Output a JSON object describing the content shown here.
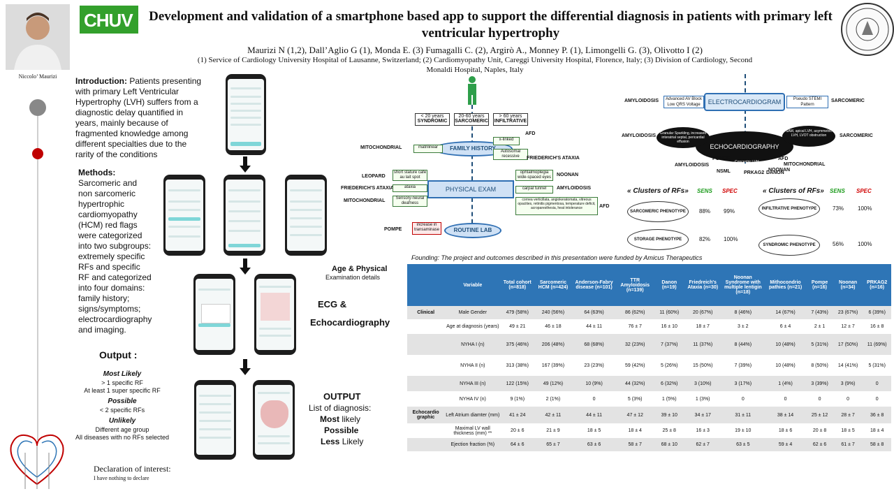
{
  "header": {
    "title": "Development and validation of a smartphone based app to support the differential diagnosis in patients with primary left ventricular hypertrophy",
    "authors": "Maurizi N (1,2), Dall’Aglio G (1), Monda E. (3) Fumagalli C. (2), Argirò A., Monney P. (1), Limongelli G. (3), Olivotto I (2)",
    "affiliations": "(1) Service of Cardiology University Hospital of Lausanne, Switzerland; (2) Cardiomyopathy Unit, Careggi University Hospital, Florence, Italy; (3) Division of Cardiology, Second Monaldi Hospital, Naples, Italy",
    "logo": "CHUV",
    "presenter": "Niccolo’ Maurizi"
  },
  "left": {
    "intro_label": "Introduction:",
    "intro_text": "Patients presenting with primary Left Ventricular Hypertrophy (LVH) suffers  from a diagnostic delay quantified in years, mainly because of fragmented knowledge among different specialties due to the rarity of the conditions",
    "methods_label": "Methods:",
    "methods_text": "Sarcomeric and non sarcomeric hypertrophic cardiomyopathy (HCM) red flags were categorized into two subgroups: extremely specific RFs and specific",
    "methods_text2": "RF and categorized into four domains: family history; signs/symptoms; electrocardiography and imaging.",
    "output_label": "Output :",
    "most_likely": "Most Likely",
    "most_likely_1": "> 1 specific RF",
    "most_likely_2": "At least 1 super specific RF",
    "possible": "Possible",
    "possible_1": "<  2 specific RFs",
    "unlikely": "Unlikely",
    "unlikely_1": "Different age group",
    "unlikely_2": "All diseases with no RFs selected",
    "declaration": "Declaration of interest:",
    "declaration_text": "I have nothing to declare"
  },
  "middle": {
    "age_physical": "Age & Physical",
    "exam_details": "Examination details",
    "ecg": "ECG &",
    "echo": "Echocardiography",
    "output": "OUTPUT",
    "list": "List of diagnosis:",
    "most": "Most",
    "likely1": "likely",
    "possible": "Possible",
    "less": "Less",
    "likely2": "Likely"
  },
  "flow": {
    "age_lt20": "< 20 years",
    "syndromic": "SYNDROMIC",
    "age_20_60": "20-60 years",
    "sarcomeric_age": "SARCOMERIC",
    "age_gt60": "> 60 years",
    "infiltrative": "INFILTRATIVE",
    "family_history": "FAMILY HISTORY",
    "physical_exam": "PHYSICAL EXAM",
    "routine_lab": "ROUTINE LAB",
    "afd1": "AFD",
    "x_linked": "x-linked",
    "matrilinear": "matrilinear",
    "autosomal": "Autosomal recessive",
    "mitochondrial1": "MITOCHONDRIAL",
    "friedreich1": "FRIEDERICH'S ATAXIA",
    "leopard": "LEOPARD",
    "short_stature": "short stature cafe au lait spot",
    "noonan1": "NOONAN",
    "ophthalmoplegia": "ophtalmoplegia wide-spaced eyes",
    "friedreich2": "FRIEDERICH'S ATAXIA",
    "ataxia": "ataxia",
    "carpal": "carpal tunnel",
    "amyloidosis1": "AMYLOIDOSIS",
    "mitochondrial2": "MITOCHONDRIAL",
    "deafness": "Sensory-neural deafness",
    "cornea": "cornea verticillata, angiokeratomata, vitreous opacities, retinitis pigmentosa, temperature deficit, acroparesthesia, heat intolerance",
    "afd2": "AFD",
    "pompe1": "POMPE",
    "transaminase": "increase in transaminase"
  },
  "ecg_diagram": {
    "electrocardiogram": "ELECTROCARDIOGRAM",
    "echocardiography": "ECHOCARDIOGRAPHY",
    "amyloidosis_a": "AMYLOIDOSIS",
    "sarcomeric_a": "SARCOMERIC",
    "advanced_av": "Advanced AV Block Low QRS Voltage",
    "pseudo_stemi": "Pseudo STEMI Pattern",
    "amyloidosis_b": "AMYLOIDOSIS",
    "sarcomeric_b": "SARCOMERIC",
    "granular": "Granular Sparkling, increased interatrial septal, pericardial effusion",
    "sam": "SAM, apical LVH, asymmetric LVH, LVOT obstruction",
    "concentric": "Concentric LVH",
    "pompe": "POMPE",
    "amyloidosis_c": "AMYLOIDOSIS",
    "nsml": "NSML",
    "prkag2": "PRKAG2",
    "danon": "DANON",
    "noonan": "NOONAN",
    "afd": "AFD",
    "mitochondrial": "MITOCHONDRIAL"
  },
  "clusters": {
    "title": "« Clusters of RFs»",
    "sens": "SENS",
    "spec": "SPEC",
    "items": [
      {
        "name": "SARCOMERIC PHENOTYPE",
        "sens": "88%",
        "spec": "99%"
      },
      {
        "name": "STORAGE PHENOTYPE",
        "sens": "82%",
        "spec": "100%"
      },
      {
        "name": "INFILTRATIVE PHENOTYPE",
        "sens": "73%",
        "spec": "100%"
      },
      {
        "name": "SYNDROMIC PHENOTYPE",
        "sens": "56%",
        "spec": "100%"
      }
    ]
  },
  "founding": "Founding: The project and outcomes described in this presentation were funded by Amicus Therapeutics",
  "table": {
    "headers": [
      "",
      "Variable",
      "Total cohort (n=818)",
      "Sarcomeric HCM (n=424)",
      "Anderson-Fabry disease (n=101)",
      "TTR Amyloidosis (n=139)",
      "Danon (n=19)",
      "Friedreich's Ataxia (n=30)",
      "Noonan Syndrome with multiple lentigin (n=18)",
      "Mithocondrio pathies (n=21)",
      "Pompe (n=16)",
      "Noonan (n=34)",
      "PRKAG2 (n=16)"
    ],
    "rows": [
      [
        "Clinical",
        "Male Gender",
        "479 (58%)",
        "240 (56%)",
        "64 (63%)",
        "86 (62%)",
        "11 (60%)",
        "20 (67%)",
        "8 (46%)",
        "14 (67%)",
        "7 (43%)",
        "23 (67%)",
        "6  (39%)"
      ],
      [
        "",
        "Age at diagnosis (years)",
        "49 ± 21",
        "46 ± 18",
        "44 ± 11",
        "76 ± 7",
        "16 ± 10",
        "18 ± 7",
        "3 ± 2",
        "6 ± 4",
        "2 ± 1",
        "12 ± 7",
        "16 ± 8"
      ],
      [
        "",
        "NYHA I (n)",
        "375 (46%)",
        "206 (48%)",
        "68 (68%)",
        "32 (23%)",
        "7 (37%)",
        "11 (37%)",
        "8 (44%)",
        "10 (48%)",
        "5 (31%)",
        "17 (50%)",
        "11 (69%)"
      ],
      [
        "",
        "NYHA II (n)",
        "313 (38%)",
        "167 (39%)",
        "23 (23%)",
        "59 (42%)",
        "5 (26%)",
        "15  (50%)",
        "7 (39%)",
        "10 (48%)",
        "8 (50%)",
        "14 (41%)",
        "5 (31%)"
      ],
      [
        "",
        "NYHA III (n)",
        "122 (15%)",
        "49 (12%)",
        "10 (9%)",
        "44 (32%)",
        "6 (32%)",
        "3 (10%)",
        "3 (17%)",
        "1 (4%)",
        "3 (39%)",
        "3 (9%)",
        "0"
      ],
      [
        "",
        "NYHA IV (n)",
        "9 (1%)",
        "2 (1%)",
        "0",
        "5 (3%)",
        "1 (5%)",
        "1 (3%)",
        "0",
        "0",
        "0",
        "0",
        "0"
      ],
      [
        "Echocardio graphic",
        "Left Atrium diamter (mm)",
        "41 ± 24",
        "42 ± 11",
        "44 ± 11",
        "47 ± 12",
        "39 ± 10",
        "34 ± 17",
        "31 ± 11",
        "38 ± 14",
        "25 ± 12",
        "28 ± 7",
        "36 ± 8"
      ],
      [
        "",
        "Maximal LV wall thickness (mm) **",
        "20 ± 6",
        "21 ± 9",
        "18 ± 5",
        "18 ± 4",
        "25 ± 8",
        "16 ± 3",
        "19 ± 10",
        "18 ± 6",
        "20 ± 8",
        "18 ± 5",
        "18 ± 4"
      ],
      [
        "",
        "Ejection fraction (%)",
        "64 ± 6",
        "65 ± 7",
        "63 ± 6",
        "58 ± 7",
        "68 ± 10",
        "62 ± 7",
        "63 ± 5",
        "59 ± 4",
        "62 ± 6",
        "61 ± 7",
        "58 ± 8"
      ]
    ]
  },
  "colors": {
    "table_header": "#2e75b6",
    "logo_green": "#33a02c",
    "timeline_red": "#c00000",
    "sens_green": "#1a9a1a",
    "spec_red": "#d00000"
  }
}
